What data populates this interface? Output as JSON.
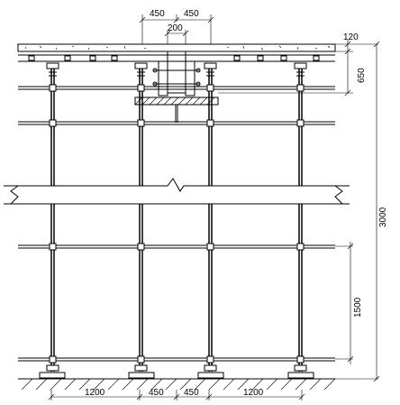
{
  "drawing": {
    "dims_top": {
      "left_half": "450",
      "right_half": "450",
      "beam_width": "200"
    },
    "dims_right": {
      "slab_thickness": "120",
      "beam_depth": "650",
      "total_height": "3000",
      "step_spacing": "1500"
    },
    "dims_bottom": [
      "1200",
      "450",
      "450",
      "1200"
    ]
  }
}
